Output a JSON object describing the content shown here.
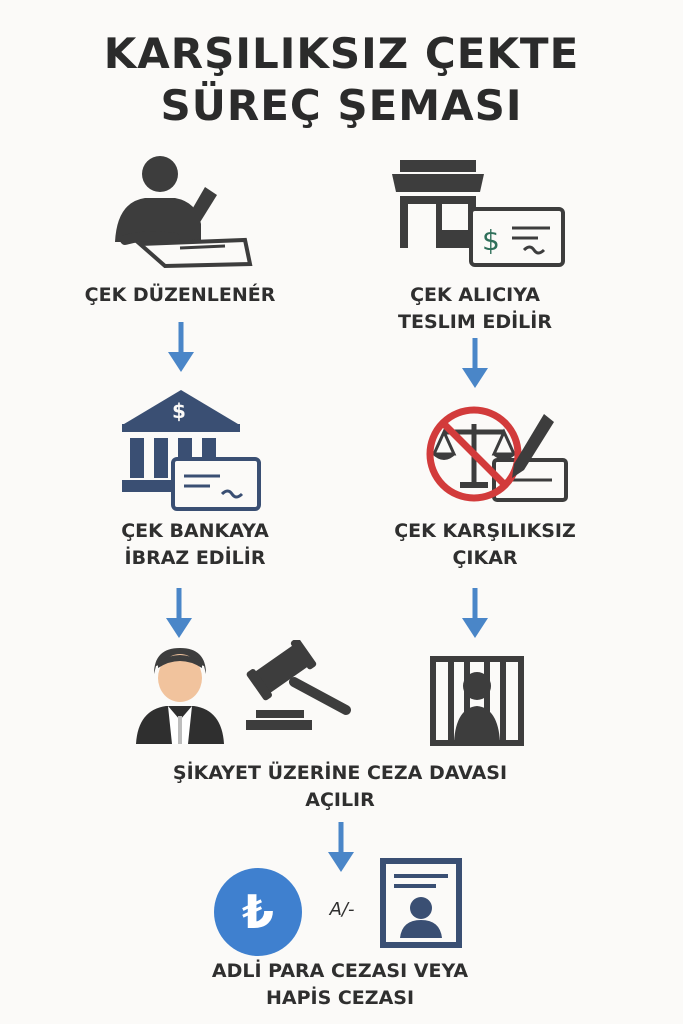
{
  "title": {
    "line1": "KARŞILIKSIZ ÇEKTE",
    "line2": "SÜREÇ ŞEMASI"
  },
  "steps": {
    "issuer": "ÇEK DÜZENLENÉR",
    "delivered_line1": "ÇEK ALICIYA",
    "delivered_line2": "TESLIM EDİLİR",
    "bank_line1": "ÇEK BANKAYA",
    "bank_line2": "İBRAZ EDİLİR",
    "bounced_line1": "ÇEK KARŞILIKSIZ",
    "bounced_line2": "ÇIKAR",
    "lawsuit_line1": "ŞİKAYET ÜZERİNE CEZA DAVASI",
    "lawsuit_line2": "AÇILIR",
    "penalty_line1": "ADLİ PARA CEZASI VEYA",
    "penalty_line2": "HAPİS CEZASI"
  },
  "symbols": {
    "dollar": "$",
    "lira": "₺",
    "signature": "A/-"
  },
  "colors": {
    "arrow": "#4a86c8",
    "icon_dark": "#3d3d3d",
    "navy": "#3a4f73",
    "ban_red": "#d23b3b",
    "lira_blue": "#3f80cf",
    "money_green": "#2f6f5a"
  },
  "icons": [
    "writer-icon",
    "shop-icon",
    "check-icon",
    "bank-icon",
    "scales-ban-icon",
    "pen-icon",
    "judge-icon",
    "gavel-icon",
    "jail-icon",
    "lira-coin-icon",
    "id-card-icon"
  ]
}
